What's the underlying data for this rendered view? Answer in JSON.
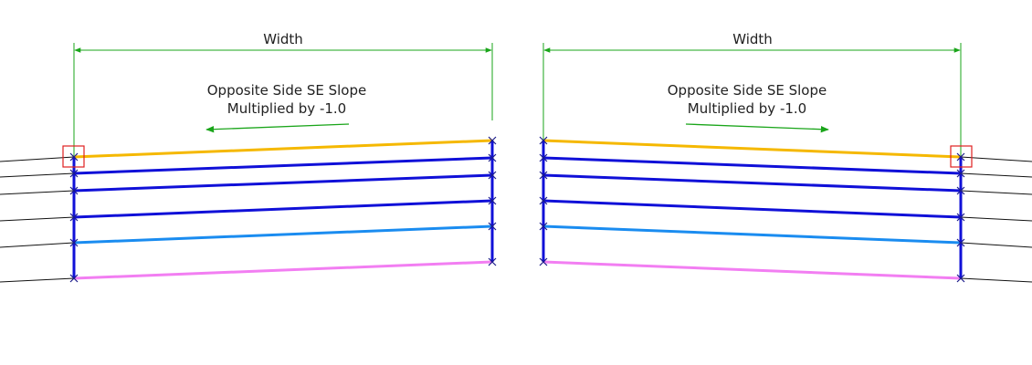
{
  "colors": {
    "dimension": "#1aa51a",
    "subgrade_top": "#f5b800",
    "layer_blue": "#1010d8",
    "layer_light_blue": "#1a8cf0",
    "layer_pink": "#f27ef2",
    "existing_lines": "#111111",
    "highlight_box": "#e02020",
    "node_marker": "#1a1a8a"
  },
  "left_panel": {
    "dimension_label": "Width",
    "note_line1": "Opposite Side SE Slope",
    "note_line2": "Multiplied by -1.0",
    "arrow_direction": "left"
  },
  "right_panel": {
    "dimension_label": "Width",
    "note_line1": "Opposite Side SE Slope",
    "note_line2": "Multiplied by -1.0",
    "arrow_direction": "right"
  }
}
